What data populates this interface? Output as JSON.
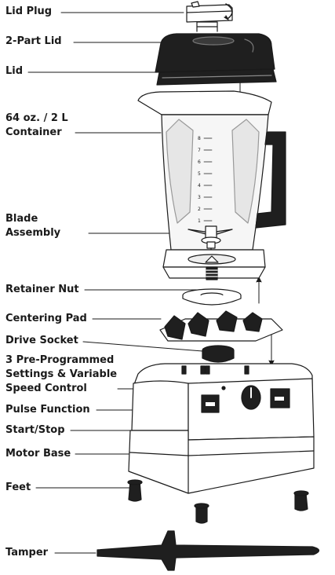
{
  "labels": {
    "lid_plug": "Lid Plug",
    "two_part_lid": "2-Part Lid",
    "lid": "Lid",
    "container_l1": "64 oz. / 2 L",
    "container_l2": "Container",
    "blade_l1": "Blade",
    "blade_l2": "Assembly",
    "retainer_nut": "Retainer Nut",
    "centering_pad": "Centering Pad",
    "drive_socket": "Drive Socket",
    "settings_l1": "3 Pre-Programmed",
    "settings_l2": "Settings & Variable",
    "settings_l3": "Speed Control",
    "pulse_function": "Pulse Function",
    "start_stop": "Start/Stop",
    "motor_base": "Motor Base",
    "feet": "Feet",
    "tamper": "Tamper"
  },
  "container_scale": [
    "8",
    "7",
    "6",
    "5",
    "4",
    "3",
    "2",
    "1"
  ],
  "colors": {
    "ink": "#1a1a1a",
    "fill": "#ffffff",
    "dark": "#1f1f1f",
    "glass": "#f2f2f2"
  }
}
